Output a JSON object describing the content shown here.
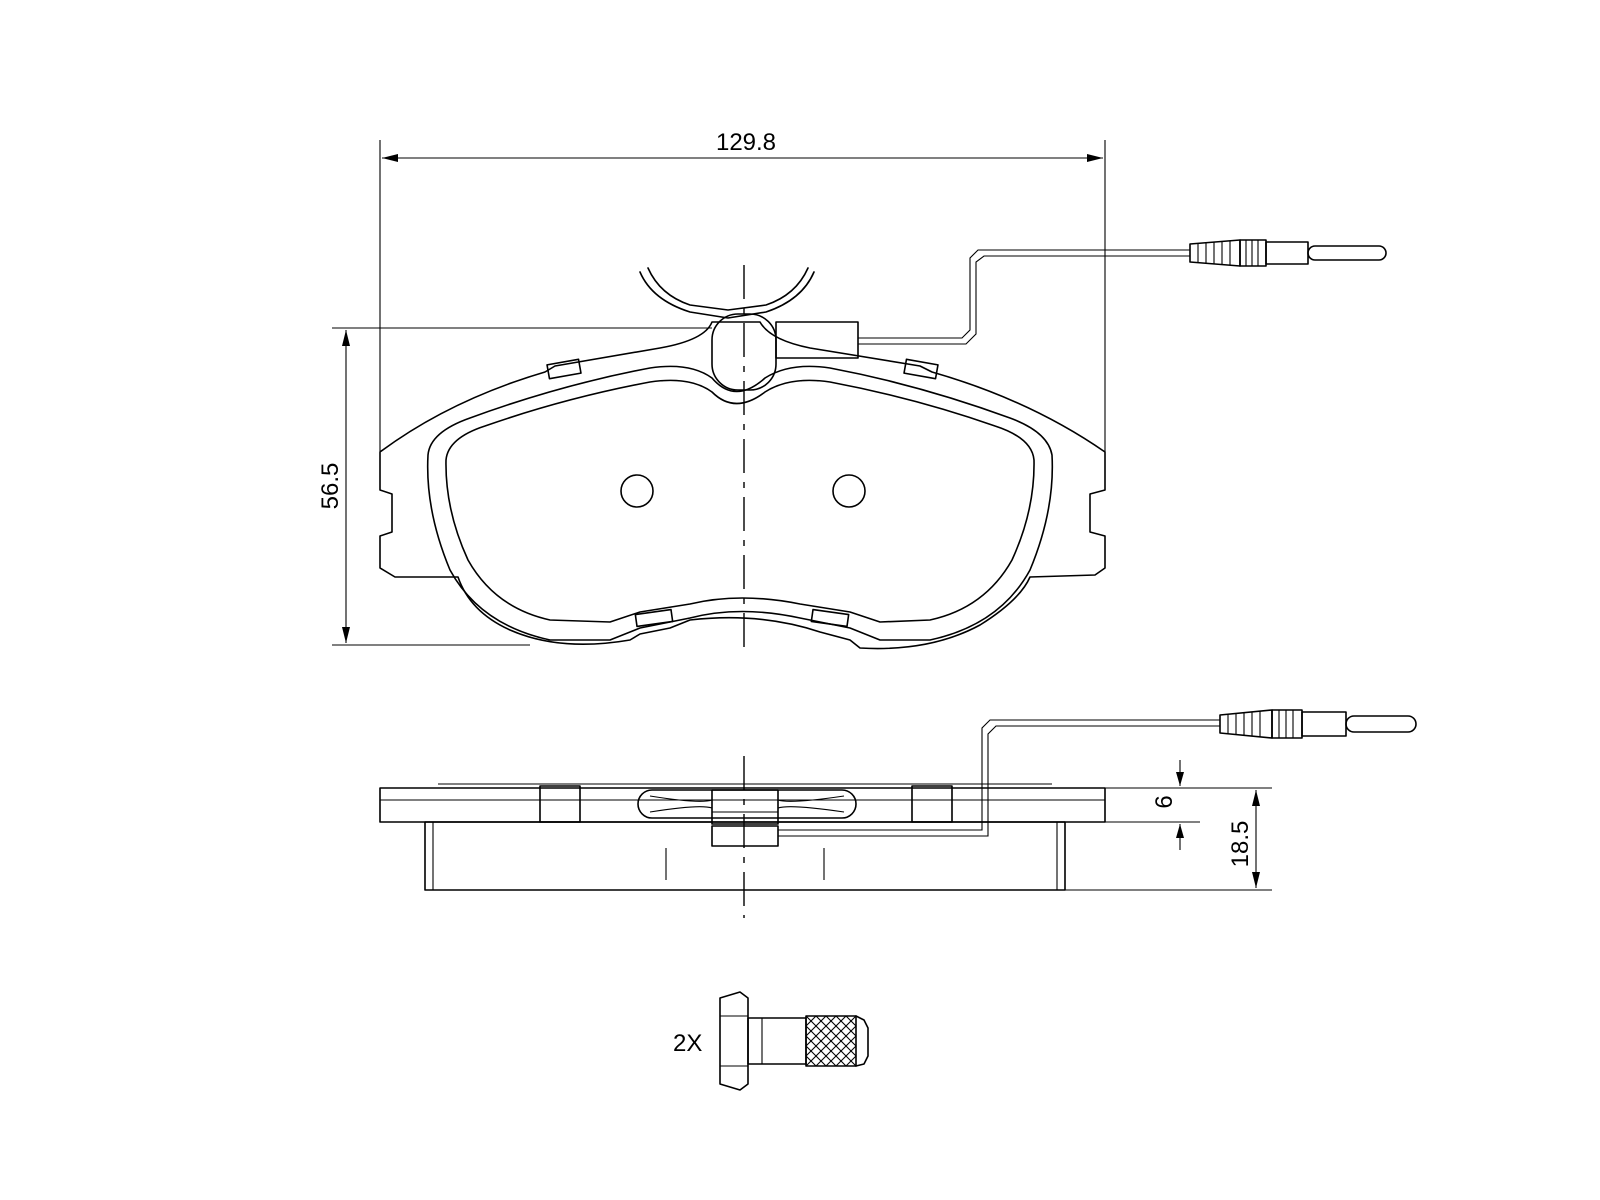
{
  "dimensions": {
    "width": "129.8",
    "height": "56.5",
    "backing_plate_thickness": "6",
    "total_thickness": "18.5"
  },
  "bolt": {
    "quantity_label": "2X"
  },
  "colors": {
    "line": "#000000",
    "background": "#ffffff"
  }
}
